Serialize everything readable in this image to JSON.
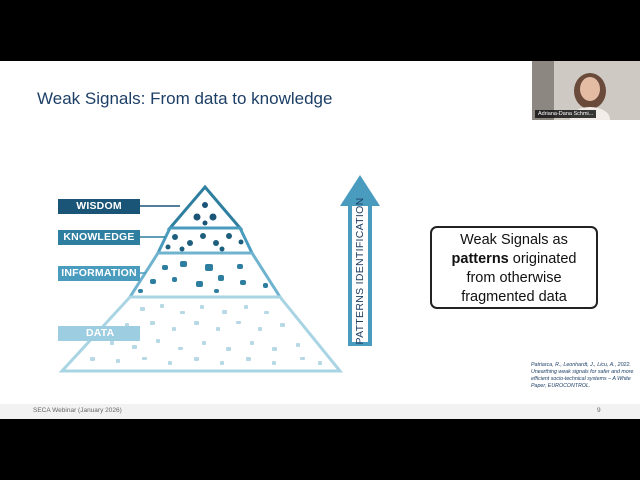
{
  "slide": {
    "title": "Weak Signals: From data to knowledge",
    "pyramid_levels": {
      "wisdom": "WISDOM",
      "knowledge": "KNOWLEDGE",
      "information": "INFORMATION",
      "data": "DATA"
    },
    "arrow_label": "PATTERNS IDENTIFICATION",
    "callout": {
      "line1": "Weak Signals as",
      "bold_word": "patterns",
      "line2_rest": " originated",
      "line3": "from otherwise",
      "line4": "fragmented data"
    },
    "reference": "Patriarca, R., Leonhardt, J., Licu, A., 2022. Unearthing weak signals for safer and more efficient socio-technical systems – A White Paper, EUROCONTROL.",
    "footer": "SECA Webinar (January 2026)",
    "page_number": "9"
  },
  "video": {
    "participant_name": "Adriana-Dana Schmi..."
  },
  "colors": {
    "title": "#1d3f66",
    "wisdom": "#1a5476",
    "knowledge": "#2e7ea0",
    "information": "#4a9cbf",
    "data": "#9dcde0",
    "arrow": "#4a9cbf"
  }
}
